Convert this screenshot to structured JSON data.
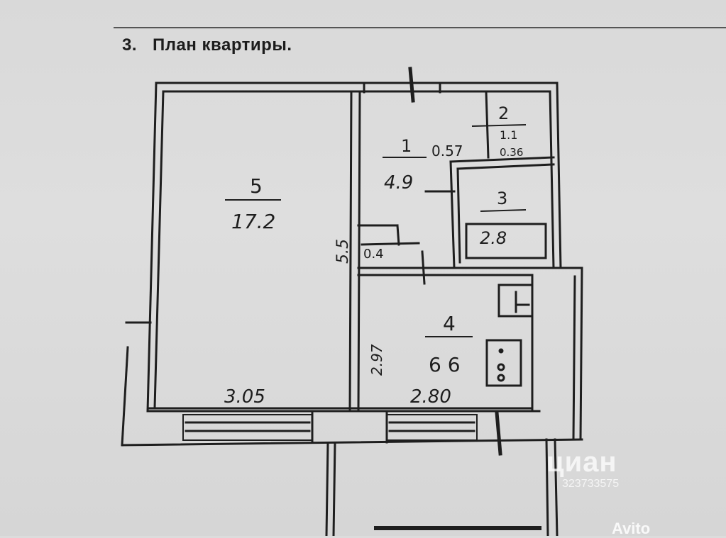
{
  "document": {
    "section_number": "3.",
    "title": "План квартиры."
  },
  "rooms": [
    {
      "id": "5",
      "area": "17.2"
    },
    {
      "id": "1",
      "area": "4.9"
    },
    {
      "id": "2",
      "area": "1.1"
    },
    {
      "id": "3",
      "area": "2.8"
    },
    {
      "id": "4",
      "area": "6 6"
    }
  ],
  "dimensions": {
    "width_room5": "3.05",
    "width_kitchen": "2.80",
    "hall_height": "5.5",
    "kitchen_height": "2.97",
    "wall_057": "0.57",
    "wall_036": "0.36",
    "wall_04": "0.4"
  },
  "watermark": {
    "brand": "циан",
    "listing_id": "323733575",
    "site": "Avito"
  },
  "colors": {
    "background": "#dcdcdc",
    "ink": "#1e1e1e",
    "wall_fill": "#cfcfcf"
  }
}
